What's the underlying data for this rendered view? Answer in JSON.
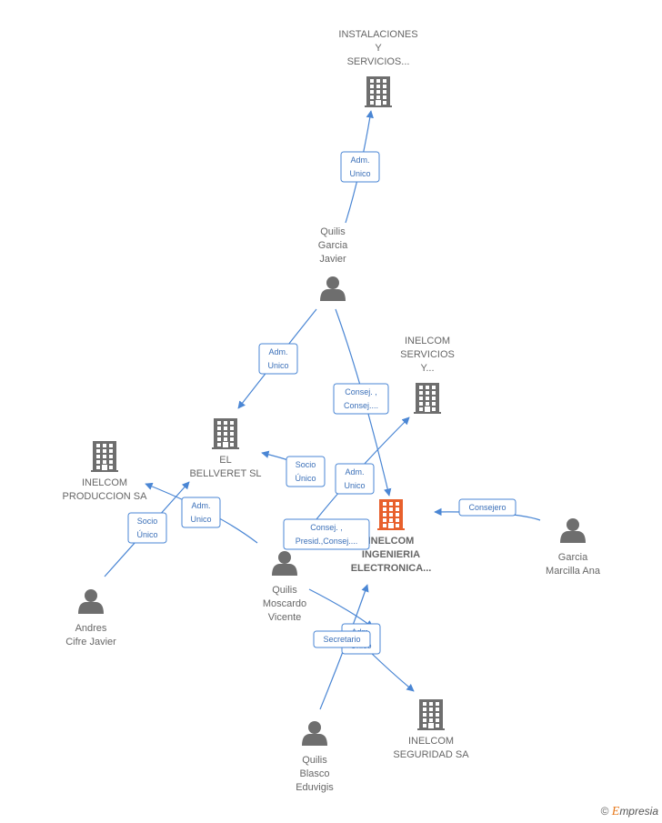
{
  "nodes": [
    {
      "id": "instalaciones",
      "type": "company",
      "lines": [
        "INSTALACIONES",
        "Y",
        "SERVICIOS..."
      ],
      "color": "#6e6e6e"
    },
    {
      "id": "quilis_garcia",
      "type": "person",
      "lines": [
        "Quilis",
        "Garcia",
        "Javier"
      ],
      "color": "#6e6e6e"
    },
    {
      "id": "inelcom_servicios",
      "type": "company",
      "lines": [
        "INELCOM",
        "SERVICIOS",
        "Y..."
      ],
      "color": "#6e6e6e"
    },
    {
      "id": "el_bellveret",
      "type": "company",
      "lines": [
        "EL",
        "BELLVERET SL"
      ],
      "color": "#6e6e6e"
    },
    {
      "id": "inelcom_produccion",
      "type": "company",
      "lines": [
        "INELCOM",
        "PRODUCCION SA"
      ],
      "color": "#6e6e6e"
    },
    {
      "id": "inelcom_ingenieria",
      "type": "company",
      "lines": [
        "INELCOM",
        "INGENIERIA",
        "ELECTRONICA..."
      ],
      "color": "#e8602c",
      "main": true
    },
    {
      "id": "garcia_marcilla",
      "type": "person",
      "lines": [
        "Garcia",
        "Marcilla Ana"
      ],
      "color": "#6e6e6e"
    },
    {
      "id": "quilis_moscardo",
      "type": "person",
      "lines": [
        "Quilis",
        "Moscardo",
        "Vicente"
      ],
      "color": "#6e6e6e"
    },
    {
      "id": "andres_cifre",
      "type": "person",
      "lines": [
        "Andres",
        "Cifre Javier"
      ],
      "color": "#6e6e6e"
    },
    {
      "id": "inelcom_seguridad",
      "type": "company",
      "lines": [
        "INELCOM",
        "SEGURIDAD SA"
      ],
      "color": "#6e6e6e"
    },
    {
      "id": "quilis_blasco",
      "type": "person",
      "lines": [
        "Quilis",
        "Blasco",
        "Eduvigis"
      ],
      "color": "#6e6e6e"
    }
  ],
  "edges": [
    {
      "id": "e1",
      "from": "quilis_garcia",
      "to": "instalaciones",
      "lines": [
        "Adm.",
        "Unico"
      ]
    },
    {
      "id": "e2",
      "from": "quilis_garcia",
      "to": "el_bellveret",
      "lines": [
        "Adm.",
        "Unico"
      ]
    },
    {
      "id": "e3",
      "from": "quilis_garcia",
      "to": "inelcom_ingenieria",
      "lines": [
        "Consej. ,",
        "Consej...."
      ]
    },
    {
      "id": "e4",
      "from": "quilis_moscardo",
      "to": "inelcom_servicios",
      "lines": [
        "Adm.",
        "Unico"
      ]
    },
    {
      "id": "e5",
      "from": "quilis_moscardo",
      "to": "el_bellveret",
      "lines": [
        "Socio",
        "Único"
      ]
    },
    {
      "id": "e6",
      "from": "quilis_moscardo",
      "to": "inelcom_produccion",
      "lines": [
        "Adm.",
        "Unico"
      ]
    },
    {
      "id": "e7",
      "from": "quilis_moscardo",
      "to": "inelcom_ingenieria",
      "lines": [
        "Consej. ,",
        "Presid.,Consej...."
      ]
    },
    {
      "id": "e8",
      "from": "andres_cifre",
      "to": "inelcom_produccion",
      "lines": [
        "Socio",
        "Único"
      ]
    },
    {
      "id": "e9",
      "from": "garcia_marcilla",
      "to": "inelcom_ingenieria",
      "lines": [
        "Consejero"
      ]
    },
    {
      "id": "e10",
      "from": "quilis_moscardo",
      "to": "inelcom_seguridad",
      "lines": [
        "Adm.",
        "Unico"
      ]
    },
    {
      "id": "e11",
      "from": "quilis_blasco",
      "to": "inelcom_ingenieria",
      "lines": [
        "Secretario"
      ]
    }
  ],
  "colors": {
    "edge": "#4a86d4",
    "node": "#6e6e6e",
    "main": "#e8602c"
  },
  "brand": {
    "symbol": "©",
    "initial": "E",
    "rest": "mpresia"
  }
}
